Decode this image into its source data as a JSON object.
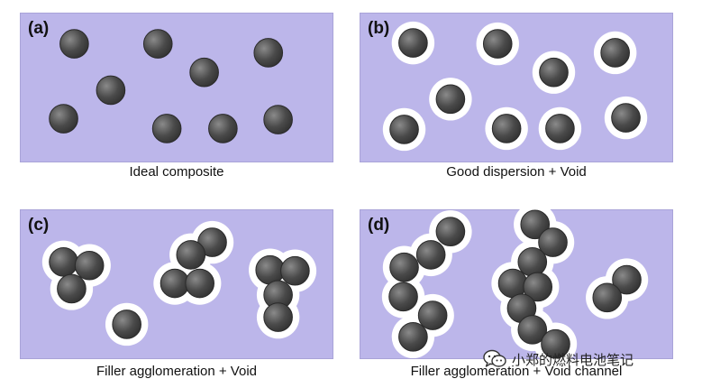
{
  "panels": [
    {
      "label": "(a)",
      "caption": "Ideal composite",
      "variant": "ideal"
    },
    {
      "label": "(b)",
      "caption": "Good dispersion + Void",
      "variant": "void"
    },
    {
      "label": "(c)",
      "caption": "Filler agglomeration + Void",
      "variant": "agglomeration"
    },
    {
      "label": "(d)",
      "caption": "Filler agglomeration + Void channel",
      "variant": "channel"
    }
  ],
  "watermark": {
    "text": "小郑的燃料电池笔记",
    "icon": "wechat-icon"
  },
  "colors": {
    "matrix": "#bcb6ea",
    "particle": "#4a4a4a",
    "particle_highlight": "#8a8a8a",
    "void": "#ffffff",
    "text": "#111111"
  }
}
